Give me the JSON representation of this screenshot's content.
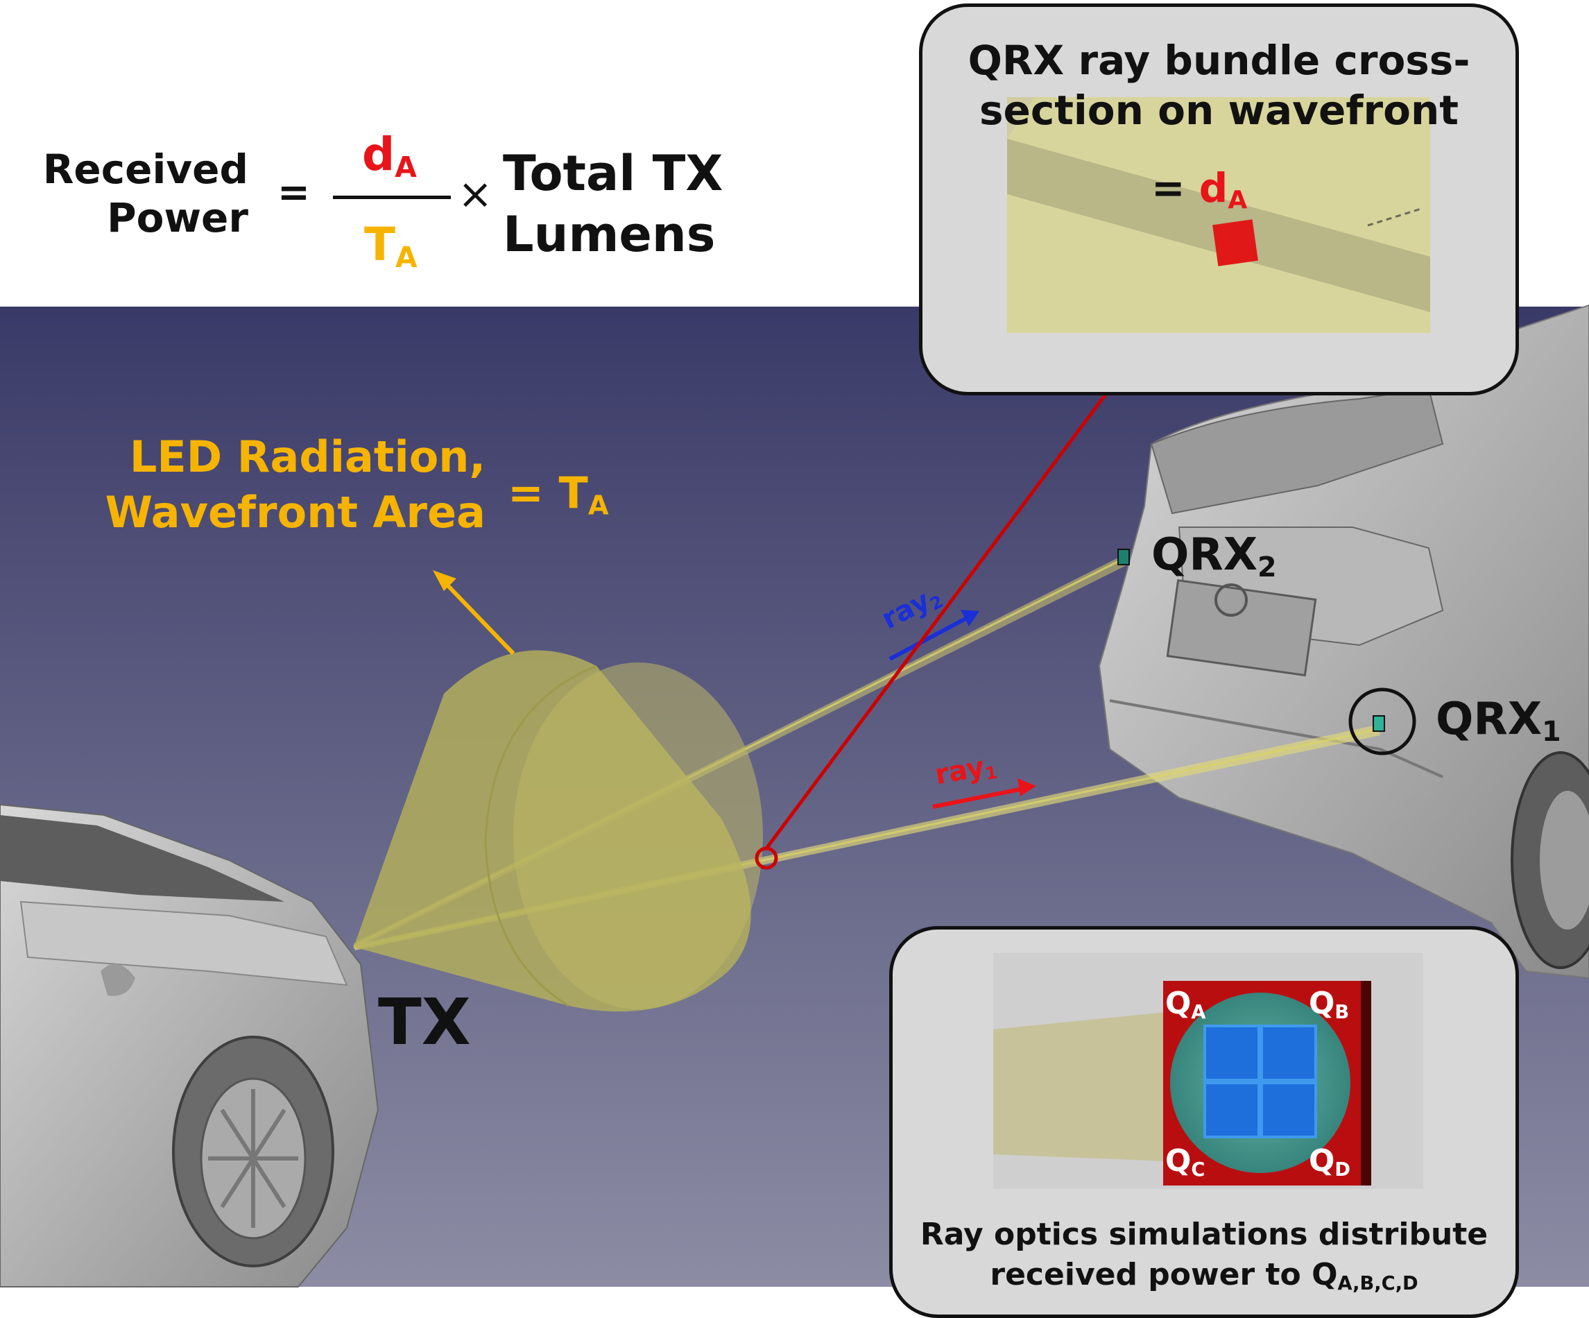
{
  "formula": {
    "lhs_line1": "Received",
    "lhs_line2": "Power",
    "equals": "=",
    "numerator_main": "d",
    "numerator_sub": "A",
    "denominator_main": "T",
    "denominator_sub": "A",
    "times": "×",
    "rhs_line1": "Total TX",
    "rhs_line2": "Lumens"
  },
  "led": {
    "line1": "LED Radiation,",
    "line2": "Wavefront Area",
    "equals_main": "= T",
    "equals_sub": "A"
  },
  "labels": {
    "tx": "TX",
    "qrx2_main": "QRX",
    "qrx2_sub": "2",
    "qrx1_main": "QRX",
    "qrx1_sub": "1",
    "ray2_main": "ray",
    "ray2_sub": "2",
    "ray1_main": "ray",
    "ray1_sub": "1"
  },
  "top_callout": {
    "title_line1": "QRX ray bundle cross-",
    "title_line2": "section on wavefront",
    "equals_main": "= d",
    "equals_sub": "A"
  },
  "bottom_callout": {
    "qa_main": "Q",
    "qa_sub": "A",
    "qb_main": "Q",
    "qb_sub": "B",
    "qc_main": "Q",
    "qc_sub": "C",
    "qd_main": "Q",
    "qd_sub": "D",
    "caption_line1": "Ray optics simulations distribute",
    "caption_line2_main": "received power to Q",
    "caption_line2_sub": "A,B,C,D"
  },
  "colors": {
    "red": "#e8141a",
    "orange": "#f6b400",
    "ray2_blue": "#1a2fd6",
    "scene_top": "#3a3a68",
    "scene_bottom": "#8c8ca4",
    "cone_yellow": "#b5b15a"
  }
}
